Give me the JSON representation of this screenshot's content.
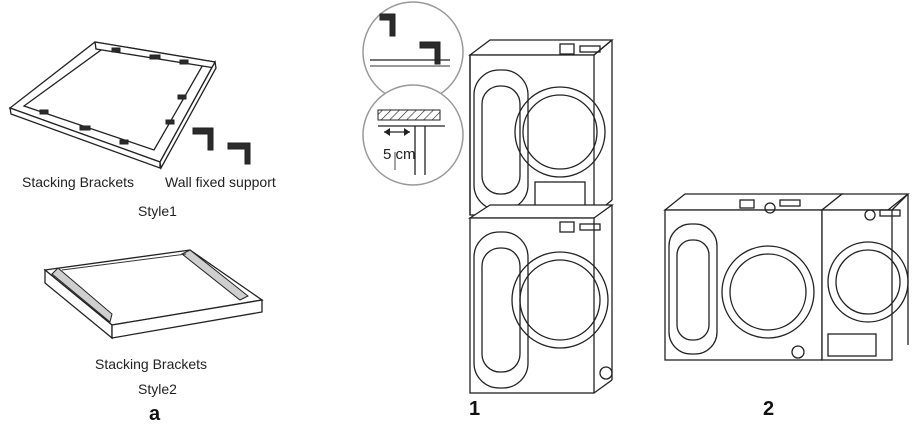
{
  "panel_a": {
    "style1": {
      "bracket_label": "Stacking Brackets",
      "support_label": "Wall fixed support",
      "style_label": "Style1"
    },
    "style2": {
      "bracket_label": "Stacking Brackets",
      "style_label": "Style2"
    },
    "panel_label": "a"
  },
  "panel_1": {
    "measurement": "5 cm",
    "panel_label": "1"
  },
  "panel_2": {
    "panel_label": "2"
  }
}
